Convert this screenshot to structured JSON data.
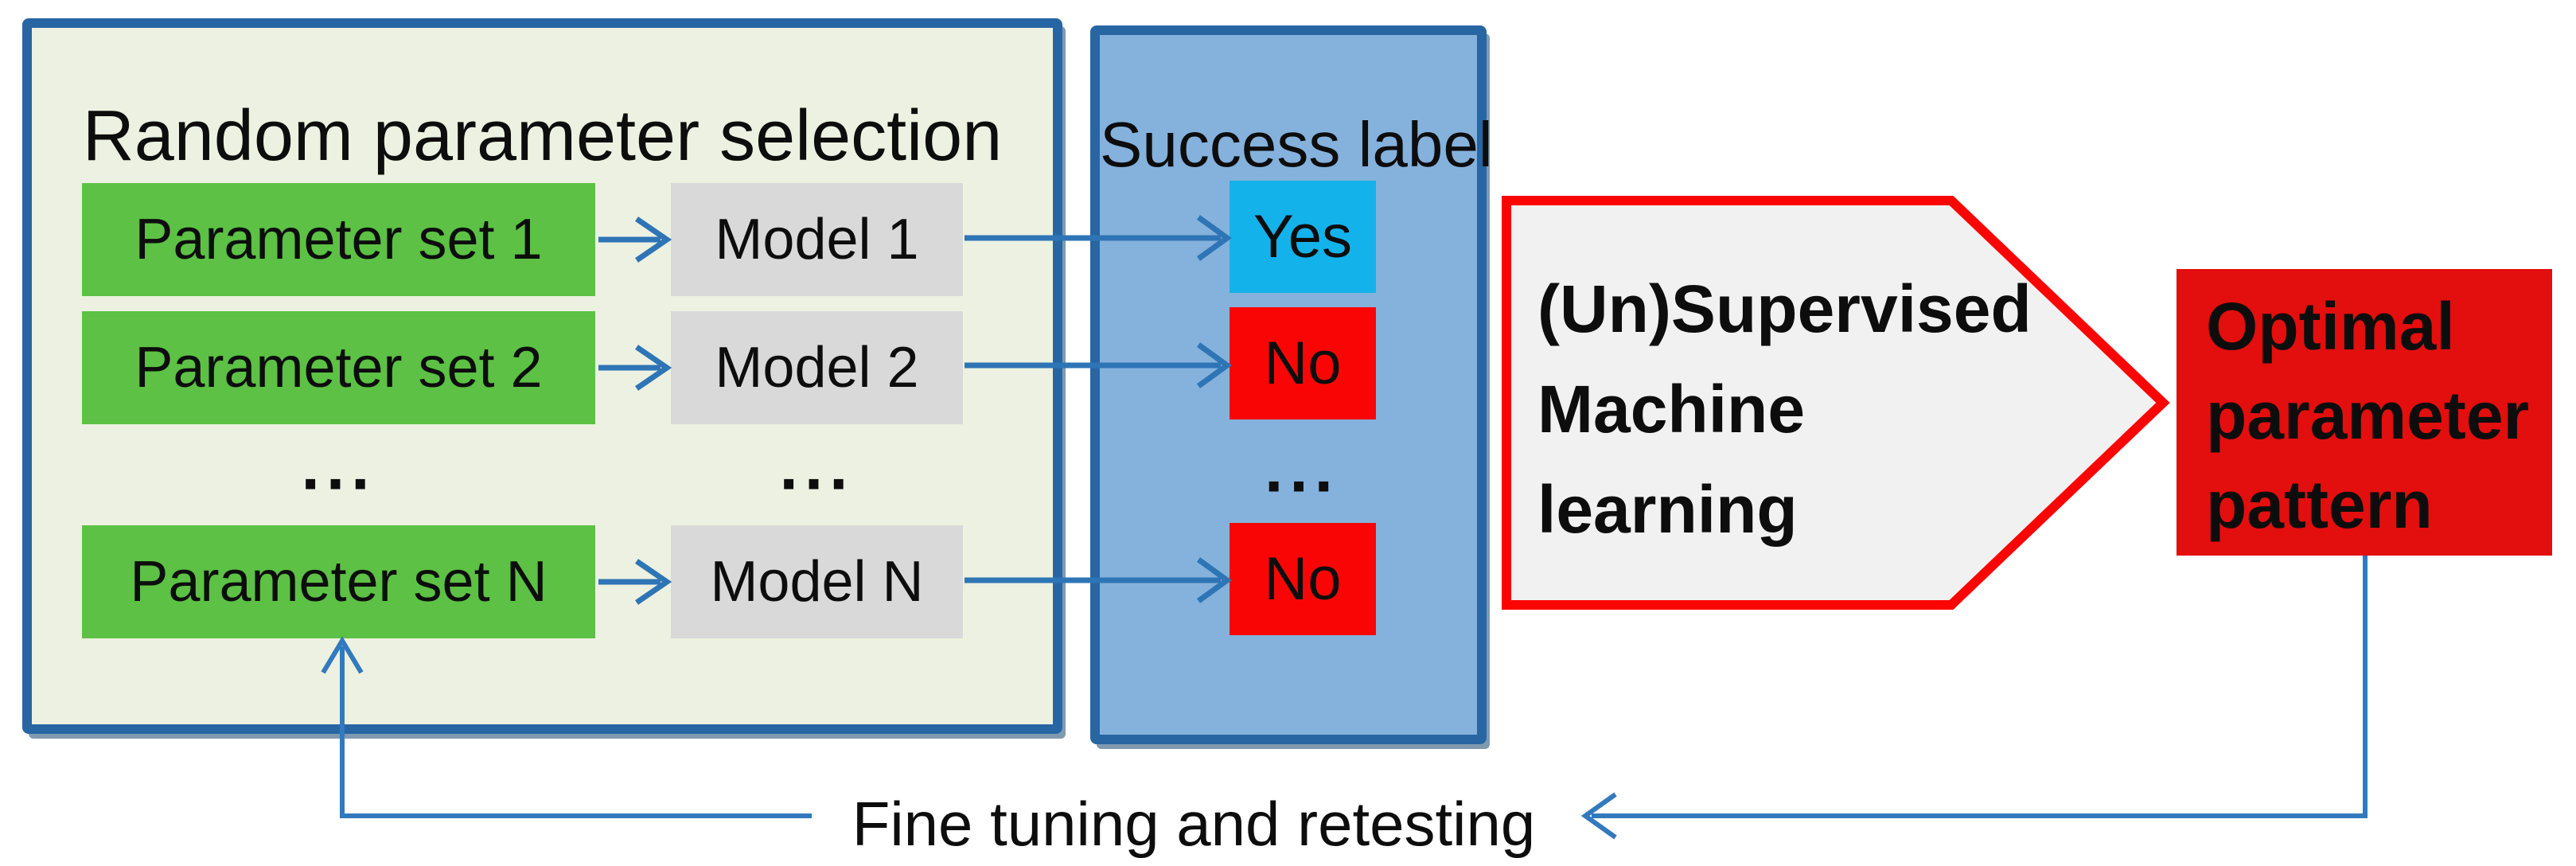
{
  "left_panel": {
    "title": "Random parameter selection",
    "rows": [
      {
        "param": "Parameter set 1",
        "model": "Model 1"
      },
      {
        "param": "Parameter set 2",
        "model": "Model 2"
      },
      {
        "param": "...",
        "model": "..."
      },
      {
        "param": "Parameter set N",
        "model": "Model N"
      }
    ]
  },
  "success_panel": {
    "title": "Success label",
    "labels": [
      {
        "text": "Yes"
      },
      {
        "text": "No"
      },
      {
        "text": "..."
      },
      {
        "text": "No"
      }
    ]
  },
  "ml_arrow": {
    "line1": "(Un)Supervised",
    "line2": "Machine",
    "line3": "learning"
  },
  "output_box": {
    "line1": "Optimal",
    "line2": "parameter",
    "line3": "pattern"
  },
  "feedback": {
    "label": "Fine tuning and retesting"
  },
  "colors": {
    "panel_border": "#2766A3",
    "left_panel_fill": "#ECF1E1",
    "success_panel_fill": "#85B2DC",
    "param_green": "#5CC144",
    "model_gray": "#D9D9D9",
    "yes_cyan": "#14B2EA",
    "no_red": "#FA0505",
    "output_red": "#E30E0E",
    "pentagon_fill": "#F1F1F1",
    "pentagon_border": "#FB0404",
    "connector_blue": "#2E75B6",
    "feedback_blue": "#3279BD",
    "text_dark": "#0D0D0D"
  }
}
